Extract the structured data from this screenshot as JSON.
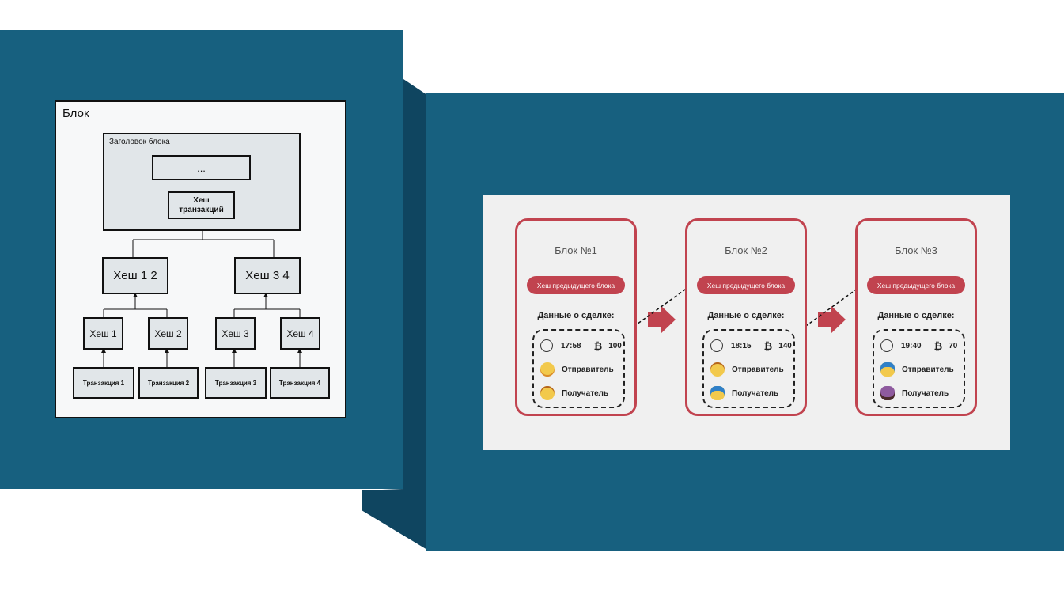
{
  "left": {
    "block_label": "Блок",
    "header_label": "Заголовок блока",
    "ellipsis": "...",
    "tx_hash": "Хеш транзакций",
    "hash12": "Хеш 1 2",
    "hash34": "Хеш 3 4",
    "hashes": [
      "Хеш 1",
      "Хеш 2",
      "Хеш 3",
      "Хеш 4"
    ],
    "transactions": [
      "Транзакция 1",
      "Транзакция 2",
      "Транзакция 3",
      "Транзакция 4"
    ]
  },
  "chain": {
    "prev_hash_label": "Хеш предыдущего блока",
    "data_label": "Данные о сделке:",
    "sender_label": "Отправитель",
    "receiver_label": "Получатель",
    "btc_symbol": "₿",
    "accent_color": "#c1434f",
    "blocks": [
      {
        "title": "Блок №1",
        "time": "17:58",
        "amount": "100",
        "sender_icon": "woman-icon",
        "receiver_icon": "man-icon"
      },
      {
        "title": "Блок №2",
        "time": "18:15",
        "amount": "140",
        "sender_icon": "man-icon",
        "receiver_icon": "wizard-icon"
      },
      {
        "title": "Блок №3",
        "time": "19:40",
        "amount": "70",
        "sender_icon": "wizard-icon",
        "receiver_icon": "woman-dark-icon"
      }
    ]
  }
}
